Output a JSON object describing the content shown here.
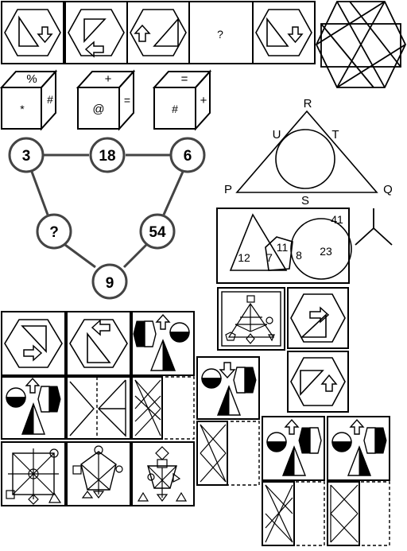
{
  "series": {
    "question_mark": "?"
  },
  "cubes": [
    {
      "top": "%",
      "front": "*",
      "side": "#"
    },
    {
      "top": "+",
      "front": "@",
      "side": "="
    },
    {
      "top": "=",
      "front": "#",
      "side": "+"
    }
  ],
  "circle_network": {
    "nodes": [
      "3",
      "18",
      "6",
      "?",
      "54",
      "9"
    ]
  },
  "triangle_figure": {
    "labels": [
      "R",
      "U",
      "T",
      "P",
      "Q",
      "S"
    ]
  },
  "venn": {
    "numbers": [
      "41",
      "12",
      "7",
      "11",
      "8",
      "23"
    ]
  }
}
